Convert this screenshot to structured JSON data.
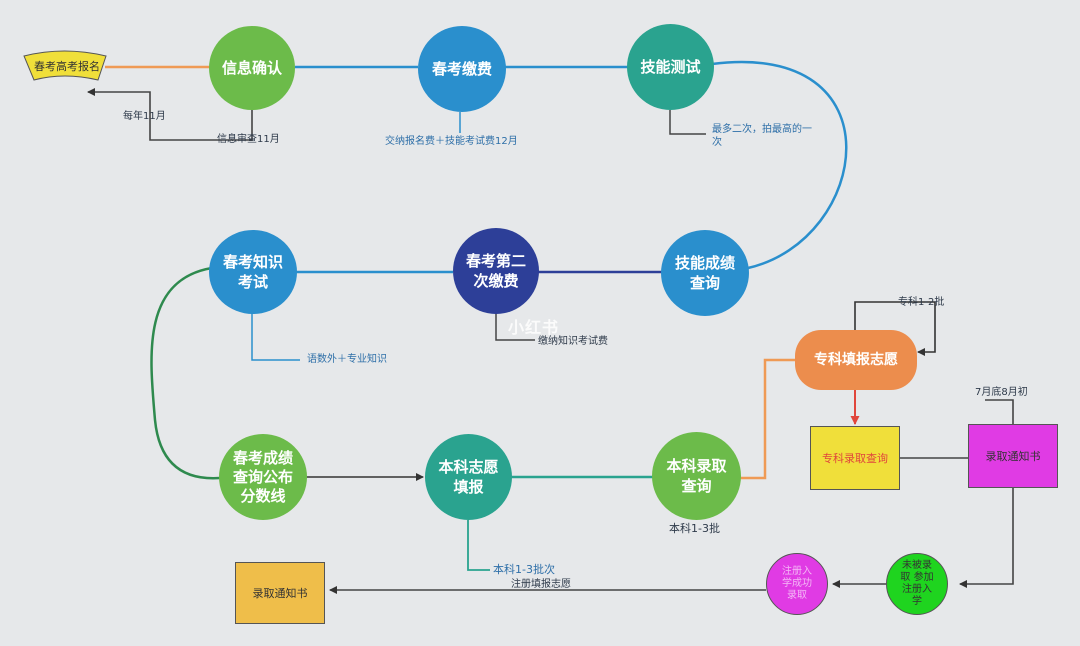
{
  "colors": {
    "green": "#6cbb4a",
    "blue": "#2a8fcd",
    "teal": "#2aa38f",
    "navy": "#2d3f98",
    "orange": "#ec8d4d",
    "yellow": "#f0df3a",
    "magenta": "#e03be4",
    "lime": "#1fd41f"
  },
  "start": {
    "label": "春考高考报名"
  },
  "nodes": {
    "info_confirm": "信息确认",
    "spring_payment": "春考缴费",
    "skill_test": "技能测试",
    "knowledge_exam": "春考知识\n考试",
    "second_payment": "春考第二\n次缴费",
    "skill_score": "技能成绩\n查询",
    "score_publish": "春考成绩\n查询公布\n分数线",
    "undergrad_apply": "本科志愿\n填报",
    "undergrad_admit": "本科录取\n查询",
    "junior_apply": "专科填报志愿"
  },
  "notes": {
    "every_nov": "每年11月",
    "info_review": "信息审查11月",
    "payment_fees": "交纳报名费＋技能考试费12月",
    "skill_twice": "最多二次，拍最高的一\n次",
    "knowledge_fee": "缴纳知识考试费",
    "lang_major": "语数外＋专业知识",
    "junior_batch": "专科1-2批",
    "undergrad_batch": "本科1-3批",
    "batch_times": "本科1-3批次",
    "register_apply": "注册填报志愿",
    "late_july": "7月底8月初"
  },
  "boxes": {
    "junior_admit_query": "专科录取查询",
    "admit_notice_right": "录取通知书",
    "admit_notice_left": "录取通知书",
    "not_admitted": "未被录\n取 参加\n注册入\n学",
    "register_admit": "注册入\n学成功\n录取"
  },
  "watermark": "小红书"
}
